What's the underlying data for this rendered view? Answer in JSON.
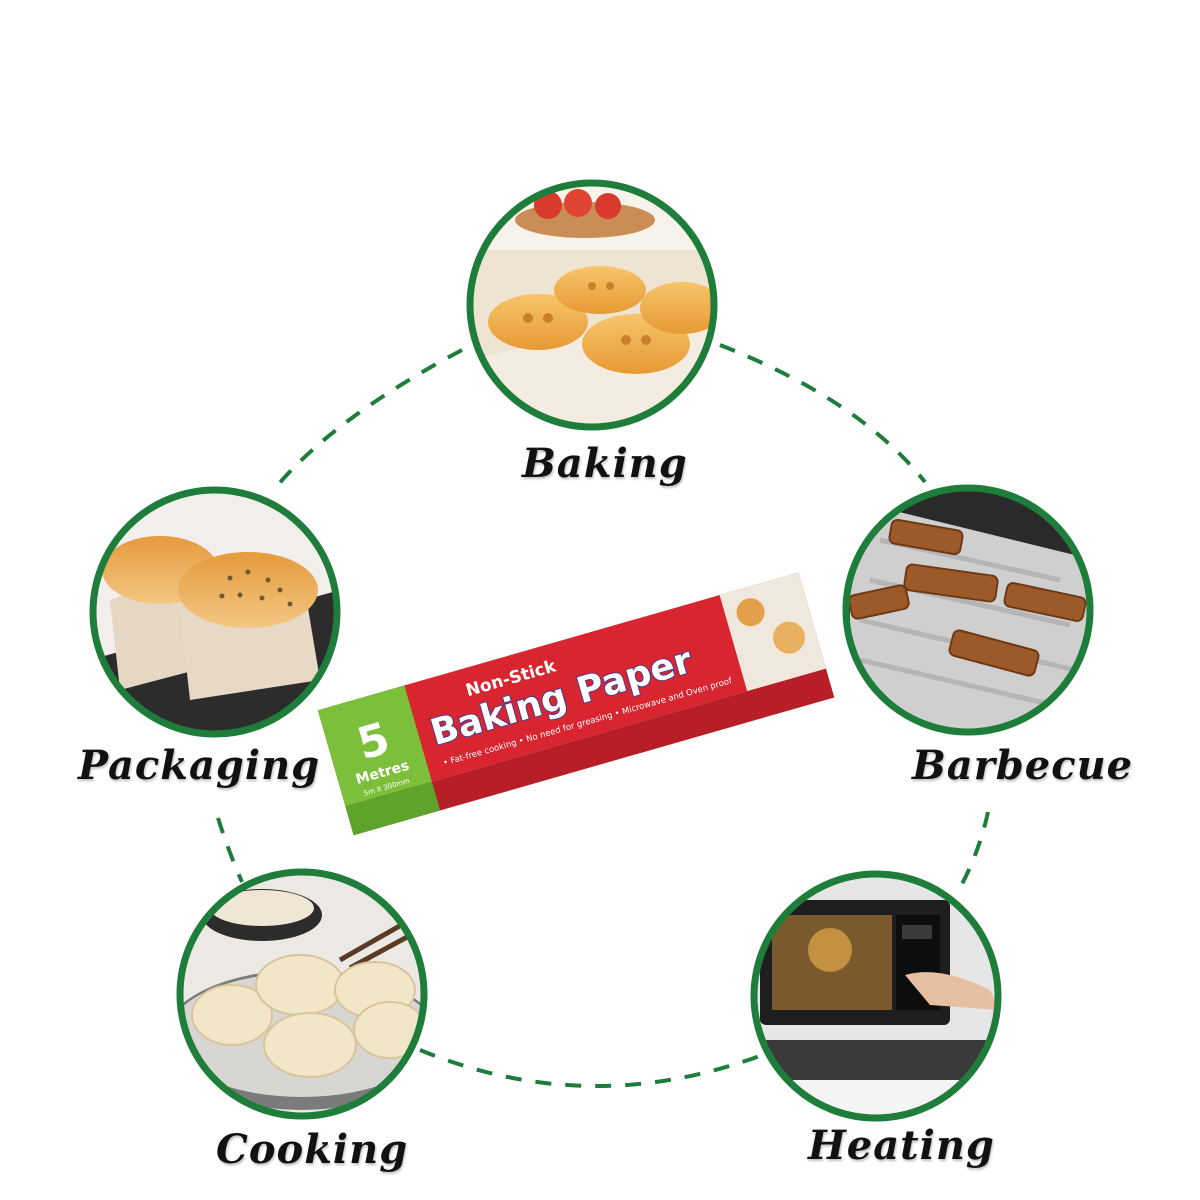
{
  "colors": {
    "accent_green": "#1e7d3a",
    "box_red": "#d9252f",
    "box_green": "#7cbf3a",
    "box_purple": "#4b3a8f"
  },
  "uses": [
    {
      "label": "Baking",
      "icon": "cookies-on-paper-icon"
    },
    {
      "label": "Barbecue",
      "icon": "grilled-meat-icon"
    },
    {
      "label": "Heating",
      "icon": "microwave-oven-icon"
    },
    {
      "label": "Cooking",
      "icon": "steamed-buns-icon"
    },
    {
      "label": "Packaging",
      "icon": "bread-loaves-icon"
    }
  ],
  "product": {
    "subtitle": "Non-Stick",
    "title": "Baking Paper",
    "features": "• Fat-free cooking • No need for greasing • Microwave and Oven proof",
    "length_number": "5",
    "length_unit": "Metres",
    "dimensions": "5m X 300mm"
  }
}
